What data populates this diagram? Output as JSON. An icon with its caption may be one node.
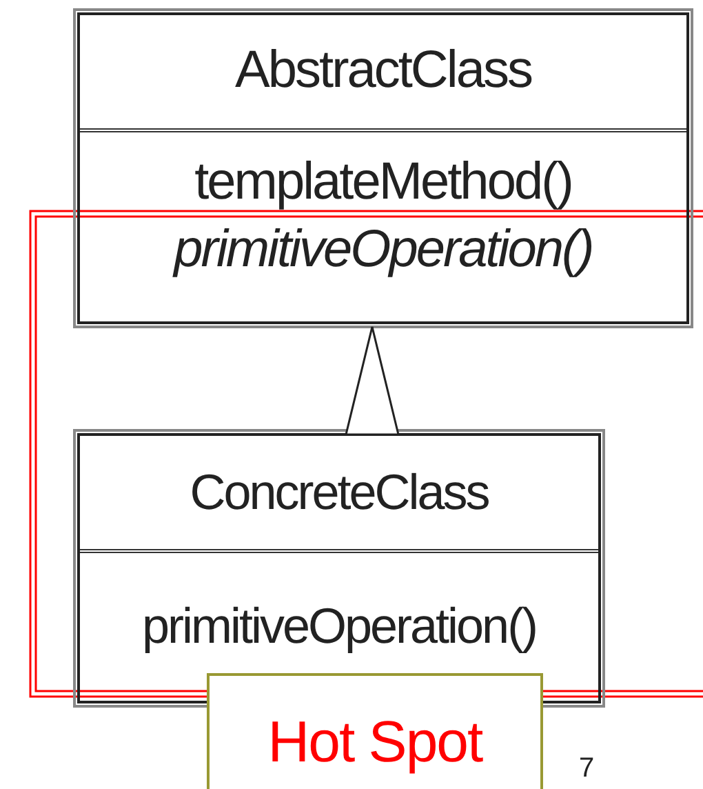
{
  "diagram": {
    "nodes": [
      {
        "text": [
          "AbstractClass",
          "templateMethod()",
          "primitiveOperation()"
        ]
      },
      {
        "text": [
          "ConcreteClass",
          "primitiveOperation()"
        ]
      },
      {
        "text": [
          "Hot Spot"
        ]
      }
    ],
    "edges": [
      {
        "from": 1,
        "to": 0,
        "arrow": "to"
      }
    ],
    "labels": [
      "7"
    ]
  }
}
